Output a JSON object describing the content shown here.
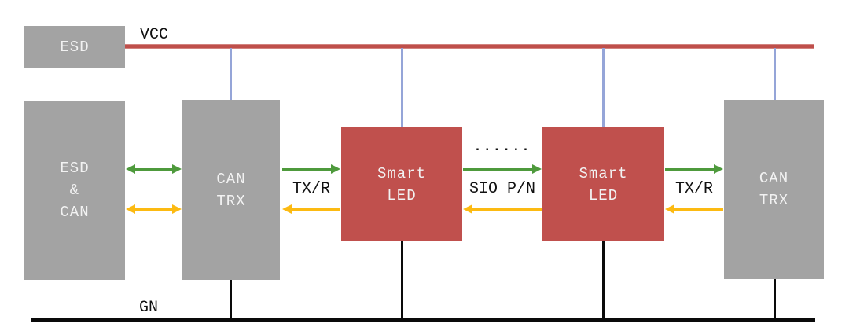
{
  "colors": {
    "block_gray": "#a3a3a3",
    "block_red": "#c0504d",
    "block_text": "#f2f2f2",
    "vcc_line": "#bf4f4b",
    "gnd_line": "#0a0a0a",
    "vcc_drop_blue": "#95a5d8",
    "arrow_green": "#4e9a3c",
    "arrow_yellow": "#fcba12",
    "label_text": "#111111"
  },
  "rails": {
    "vcc_label": "VCC",
    "gnd_label": "GN"
  },
  "blocks": {
    "esd": {
      "label": "ESD"
    },
    "esd_can": {
      "lines": [
        "ESD",
        "&",
        "CAN"
      ]
    },
    "can_trx_left": {
      "lines": [
        "CAN",
        "TRX"
      ]
    },
    "smart_led_1": {
      "lines": [
        "Smart",
        "LED"
      ]
    },
    "smart_led_2": {
      "lines": [
        "Smart",
        "LED"
      ]
    },
    "can_trx_right": {
      "lines": [
        "CAN",
        "TRX"
      ]
    }
  },
  "connection_labels": {
    "txr_left": "TX/R",
    "sio": "SIO P/N",
    "txr_right": "TX/R",
    "continuation_dots": "......"
  }
}
